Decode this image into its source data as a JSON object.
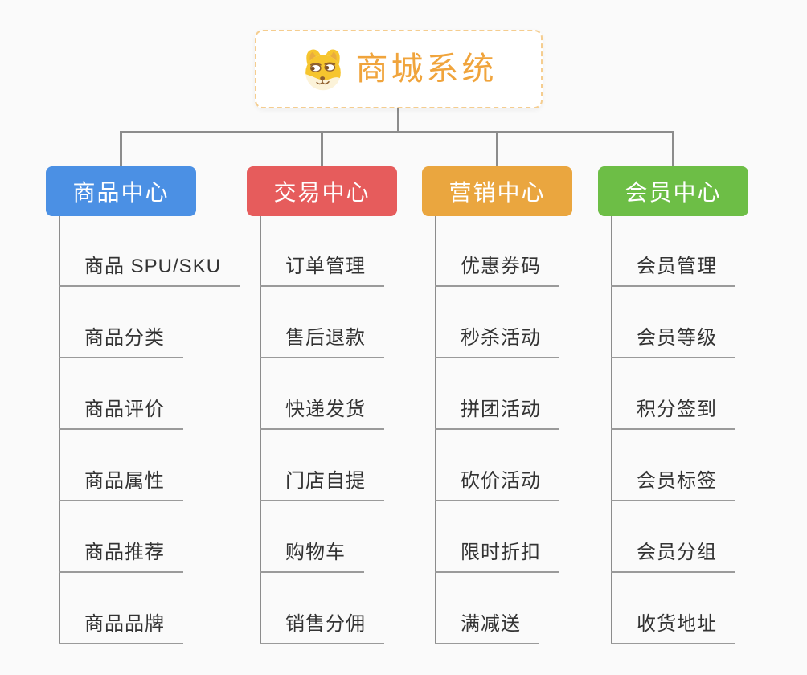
{
  "root": {
    "title": "商城系统",
    "icon": "doge-icon"
  },
  "branches": [
    {
      "label": "商品中心",
      "color": "#4B90E4",
      "items": [
        "商品 SPU/SKU",
        "商品分类",
        "商品评价",
        "商品属性",
        "商品推荐",
        "商品品牌"
      ]
    },
    {
      "label": "交易中心",
      "color": "#E65C5C",
      "items": [
        "订单管理",
        "售后退款",
        "快递发货",
        "门店自提",
        "购物车",
        "销售分佣"
      ]
    },
    {
      "label": "营销中心",
      "color": "#EAA63F",
      "items": [
        "优惠券码",
        "秒杀活动",
        "拼团活动",
        "砍价活动",
        "限时折扣",
        "满减送"
      ]
    },
    {
      "label": "会员中心",
      "color": "#6DBE46",
      "items": [
        "会员管理",
        "会员等级",
        "积分签到",
        "会员标签",
        "会员分组",
        "收货地址"
      ]
    }
  ],
  "style": {
    "background": "#FAFAFA",
    "connector_color": "#8C8C8C",
    "underline_color": "#9A9A9A",
    "root_title_color": "#F0A43C",
    "root_border_color": "#F5CD8F",
    "leaf_text_color": "#333333"
  }
}
